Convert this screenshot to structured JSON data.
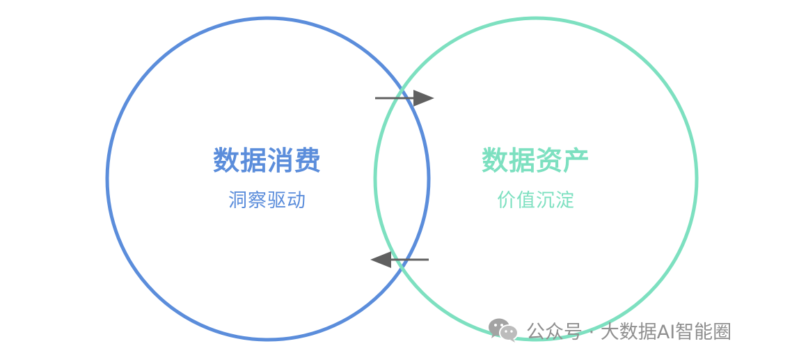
{
  "left": {
    "title": "数据消费",
    "subtitle": "洞察驱动",
    "color": "#5b8ddb"
  },
  "right": {
    "title": "数据资产",
    "subtitle": "价值沉淀",
    "color": "#7de0c0"
  },
  "arrow_color": "#606060",
  "watermark": {
    "icon": "wechat-icon",
    "text": "公众号 · 大数据AI智能圈",
    "color": "#8f8f8f"
  }
}
